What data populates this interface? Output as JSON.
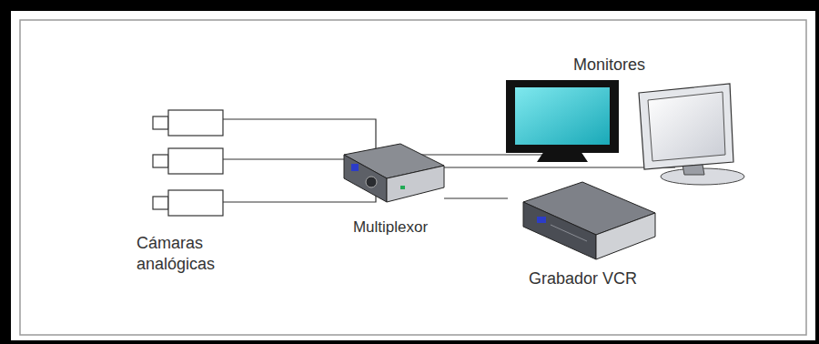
{
  "diagram": {
    "nodes": [
      {
        "text": [
          "Multiplexor"
        ]
      },
      {
        "text": [
          "Grabador VCR"
        ]
      }
    ],
    "edges": [
      {
        "from": 0,
        "to": 1,
        "arrow": "none"
      }
    ],
    "labels": [
      "Cámaras analógicas",
      "Monitores"
    ]
  }
}
